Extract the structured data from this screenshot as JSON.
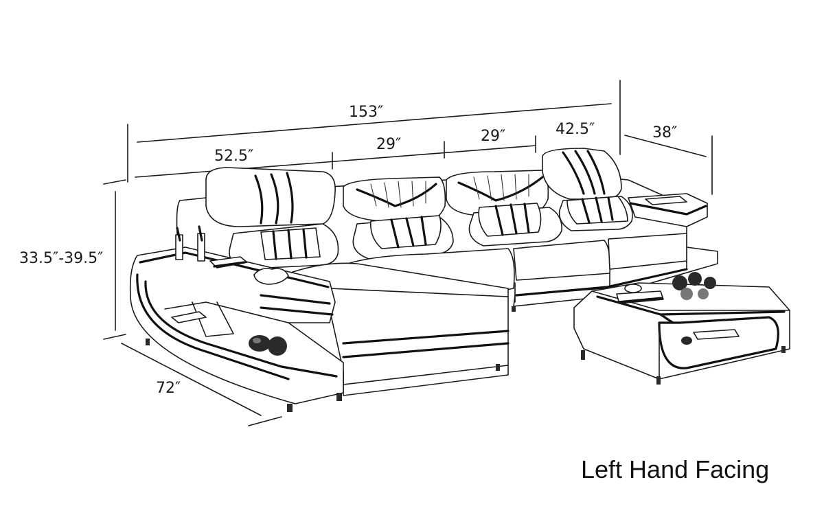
{
  "dimensions": {
    "overall_length": "153″",
    "section_chaise_width": "52.5″",
    "section_middle_1": "29″",
    "section_middle_2": "29″",
    "section_end": "42.5″",
    "end_table_depth": "38″",
    "height_range": "33.5″-39.5″",
    "chaise_depth": "72″"
  },
  "caption": "Left Hand Facing",
  "colors": {
    "line": "#1a1a1a",
    "background": "#ffffff"
  }
}
